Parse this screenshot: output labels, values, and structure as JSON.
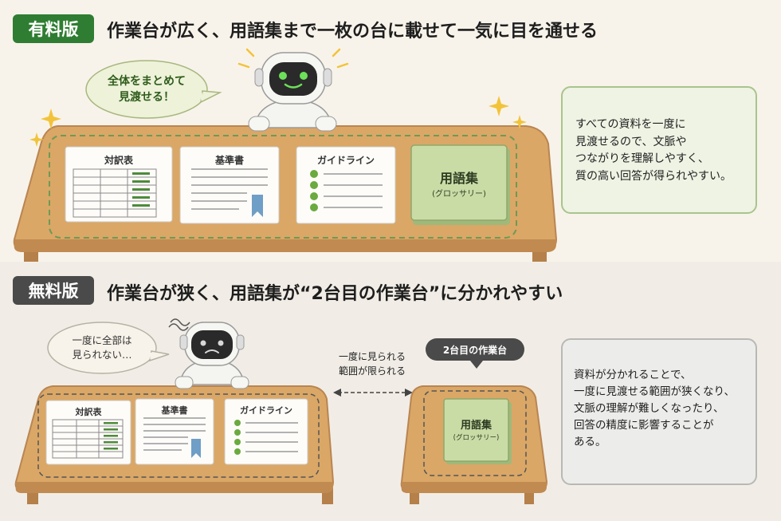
{
  "top": {
    "badge": "有料版",
    "heading": "作業台が広く、用語集まで一枚の台に載せて一気に目を通せる",
    "bubble": "全体をまとめて\n見渡せる！",
    "docs": [
      "対訳表",
      "基準書",
      "ガイドライン"
    ],
    "glossary_title": "用語集",
    "glossary_sub": "(グロッサリー)",
    "note": "すべての資料を一度に\n見渡せるので、文脈や\nつながりを理解しやすく、\n質の高い回答が得られやすい。"
  },
  "bottom": {
    "badge": "無料版",
    "heading": "作業台が狭く、用語集が“2台目の作業台”に分かれやすい",
    "bubble": "一度に全部は\n見られない…",
    "docs": [
      "対訳表",
      "基準書",
      "ガイドライン"
    ],
    "arrow_label": "一度に見られる\n範囲が限られる",
    "second_table_label": "2台目の作業台",
    "glossary_title": "用語集",
    "glossary_sub": "(グロッサリー)",
    "note": "資料が分かれることで、\n一度に見渡せる範囲が狭くなり、\n文脈の理解が難しくなったり、\n回答の精度に影響することが\nある。"
  },
  "colors": {
    "paid_green": "#2f7d32",
    "free_gray": "#4a4a4a",
    "wood": "#d9a566",
    "glossary": "#c9dba4"
  }
}
